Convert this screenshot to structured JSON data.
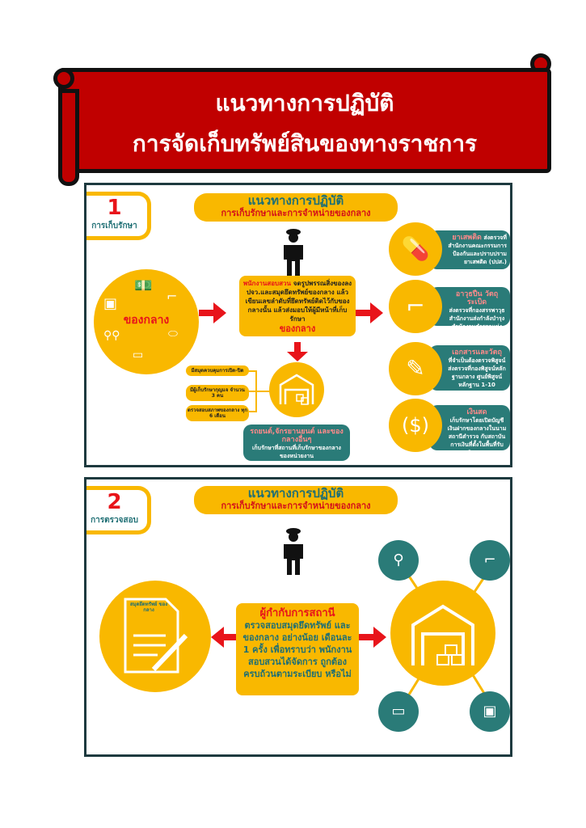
{
  "banner": {
    "line1": "แนวทางการปฏิบัติ",
    "line2": "การจัดเก็บทรัพย์สินของทางราชการ"
  },
  "section1": {
    "number": "1",
    "label": "การเก็บรักษา",
    "header": {
      "title": "แนวทางการปฏิบัติ",
      "subtitle": "การเก็บรักษาและการจำหน่ายของกลาง"
    },
    "evidence_label": "ของกลาง",
    "officer_box": {
      "lead": "พนักงานสอบสวน",
      "text": "จดรูปพรรณสิ่งของลง ปจว.และสมุดยึดทรัพย์ของกลาง แล้วเขียนเลขลำดับที่ยึดทรัพย์ติดไว้กับของกลางนั้น แล้วส่งมอบให้ผู้มีหน้าที่เก็บรักษา",
      "emph": "ของกลาง"
    },
    "storage_rules": [
      "มีสมุดควบคุมการเปิด-ปิด",
      "มีผู้เก็บรักษากุญแจ จำนวน 3 คน",
      "ตรวจสอบสภาพของกลาง ทุก 6 เดือน"
    ],
    "vehicles_box": {
      "title": "รถยนต์,จักรยานยนต์ และของกลางอื่นๆ",
      "text": "เก็บรักษาที่สถานที่เก็บรักษาของกลาง ของหน่วยงาน"
    },
    "categories": [
      {
        "icon": "pills-icon",
        "title": "ยาเสพติด",
        "text": "ส่งตรวจที่ สำนักงานคณะกรรมการป้องกันและปราบปรามยาเสพติด (ปปส.)"
      },
      {
        "icon": "gun-icon",
        "title": "อาวุธปืน วัตถุระเบิด",
        "text": "ส่งตรวจที่กองสรรพาวุธ สำนักงานส่งกำลังบำรุง สำนักงานตำรวจแห่งชาติ"
      },
      {
        "icon": "document-icon",
        "title": "เอกสารและวัตถุ",
        "text": "ที่จำเป็นต้องตรวจพิสูจน์ ส่งตรวจที่กองพิสูจน์หลักฐานกลาง ศูนย์พิสูจน์หลักฐาน 1-10"
      },
      {
        "icon": "cash-icon",
        "title": "เงินสด",
        "text": "เก็บรักษาโดยเปิดบัญชีเงินฝากของกลางในนามสถานีตำรวจ กับสถาบันการเงินที่ตั้งในพื้นที่รับผิดชอบ"
      }
    ]
  },
  "section2": {
    "number": "2",
    "label": "การตรวจสอบ",
    "header": {
      "title": "แนวทางการปฏิบัติ",
      "subtitle": "การเก็บรักษาและการจำหน่ายของกลาง"
    },
    "ledger_label": "สมุดยึดทรัพย์ ของกลาง",
    "supervisor_box": {
      "title": "ผู้กำกับการสถานี",
      "text": "ตรวจสอบสมุดยึดทรัพย์ และของกลาง อย่างน้อย เดือนละ 1 ครั้ง เพื่อทราบว่า พนักงานสอบสวนได้จัดการ ถูกต้องครบถ้วนตามระเบียบ หรือไม่"
    }
  },
  "colors": {
    "red": "#c00000",
    "yellow": "#f9b800",
    "teal": "#2a7b78"
  }
}
